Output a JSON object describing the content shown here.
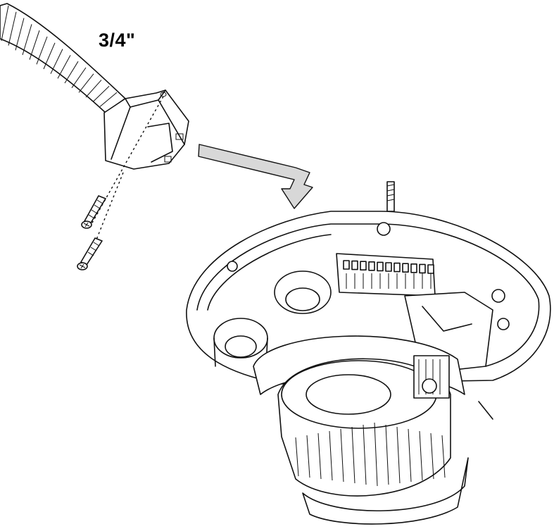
{
  "diagram": {
    "conduit_size_label": "3/4\"",
    "colors": {
      "line": "#111111",
      "arrow_fill": "#d8d8d8",
      "background": "#ffffff"
    },
    "parts": [
      "flexible-conduit",
      "conduit-adapter",
      "mounting-screws",
      "direction-arrow",
      "dome-camera-base"
    ]
  }
}
